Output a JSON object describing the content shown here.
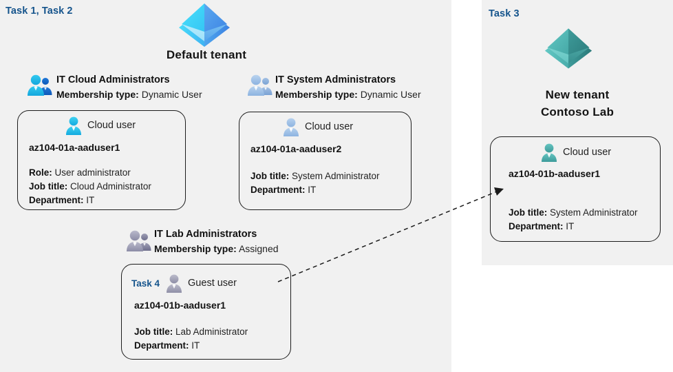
{
  "panels": {
    "left": {
      "task_label": "Task 1, Task 2"
    },
    "right": {
      "task_label": "Task 3"
    }
  },
  "tenants": [
    {
      "id": "default-tenant",
      "icon": "azure-ad-tenant-icon",
      "title_line1": "Default tenant",
      "title_line2": "",
      "color": "#4fc3f7"
    },
    {
      "id": "new-tenant",
      "icon": "azure-ad-tenant-icon",
      "title_line1": "New  tenant",
      "title_line2": "Contoso Lab",
      "color": "#4aa8a6"
    }
  ],
  "groups": [
    {
      "id": "it-cloud-administrators",
      "icon": "group-users-icon",
      "name": "IT Cloud Administrators",
      "membership_label": "Membership type:",
      "membership_value": "Dynamic User"
    },
    {
      "id": "it-system-administrators",
      "icon": "group-users-icon",
      "name": "IT System Administrators",
      "membership_label": "Membership type:",
      "membership_value": "Dynamic User"
    },
    {
      "id": "it-lab-administrators",
      "icon": "group-users-icon",
      "name": "IT Lab Administrators",
      "membership_label": "Membership type:",
      "membership_value": "Assigned"
    }
  ],
  "users": [
    {
      "id": "az104-01a-aaduser1",
      "task": "",
      "user_type": "Cloud user",
      "icon": "cloud-user-icon",
      "name": "az104-01a-aaduser1",
      "props": [
        {
          "label": "Role:",
          "value": "User administrator"
        },
        {
          "label": "Job title:",
          "value": "Cloud Administrator"
        },
        {
          "label": "Department:",
          "value": "IT"
        }
      ]
    },
    {
      "id": "az104-01a-aaduser2",
      "task": "",
      "user_type": "Cloud user",
      "icon": "cloud-user-icon",
      "name": "az104-01a-aaduser2",
      "props": [
        {
          "label": "Job title:",
          "value": "System Administrator"
        },
        {
          "label": "Department:",
          "value": "IT"
        }
      ]
    },
    {
      "id": "az104-01b-aaduser1-guest",
      "task": "Task 4",
      "user_type": "Guest user",
      "icon": "guest-user-icon",
      "name": "az104-01b-aaduser1",
      "props": [
        {
          "label": "Job title:",
          "value": "Lab Administrator"
        },
        {
          "label": "Department:",
          "value": "IT"
        }
      ]
    },
    {
      "id": "az104-01b-aaduser1-cloud",
      "task": "",
      "user_type": "Cloud user",
      "icon": "cloud-user-icon",
      "name": "az104-01b-aaduser1",
      "props": [
        {
          "label": "Job title:",
          "value": "System Administrator"
        },
        {
          "label": "Department:",
          "value": "IT"
        }
      ]
    }
  ],
  "connector": {
    "id": "guest-to-cloud-user-arrow",
    "style": "dashed-arrow",
    "from": "az104-01b-aaduser1-guest",
    "to": "az104-01b-aaduser1-cloud"
  },
  "colors": {
    "panel_background": "#f1f1f1",
    "page_background": "#ffffff",
    "task_accent": "#15548c",
    "card_border": "#1b1b1b",
    "tenant_blue": "#4fc3f7",
    "tenant_teal": "#4aa8a6"
  }
}
